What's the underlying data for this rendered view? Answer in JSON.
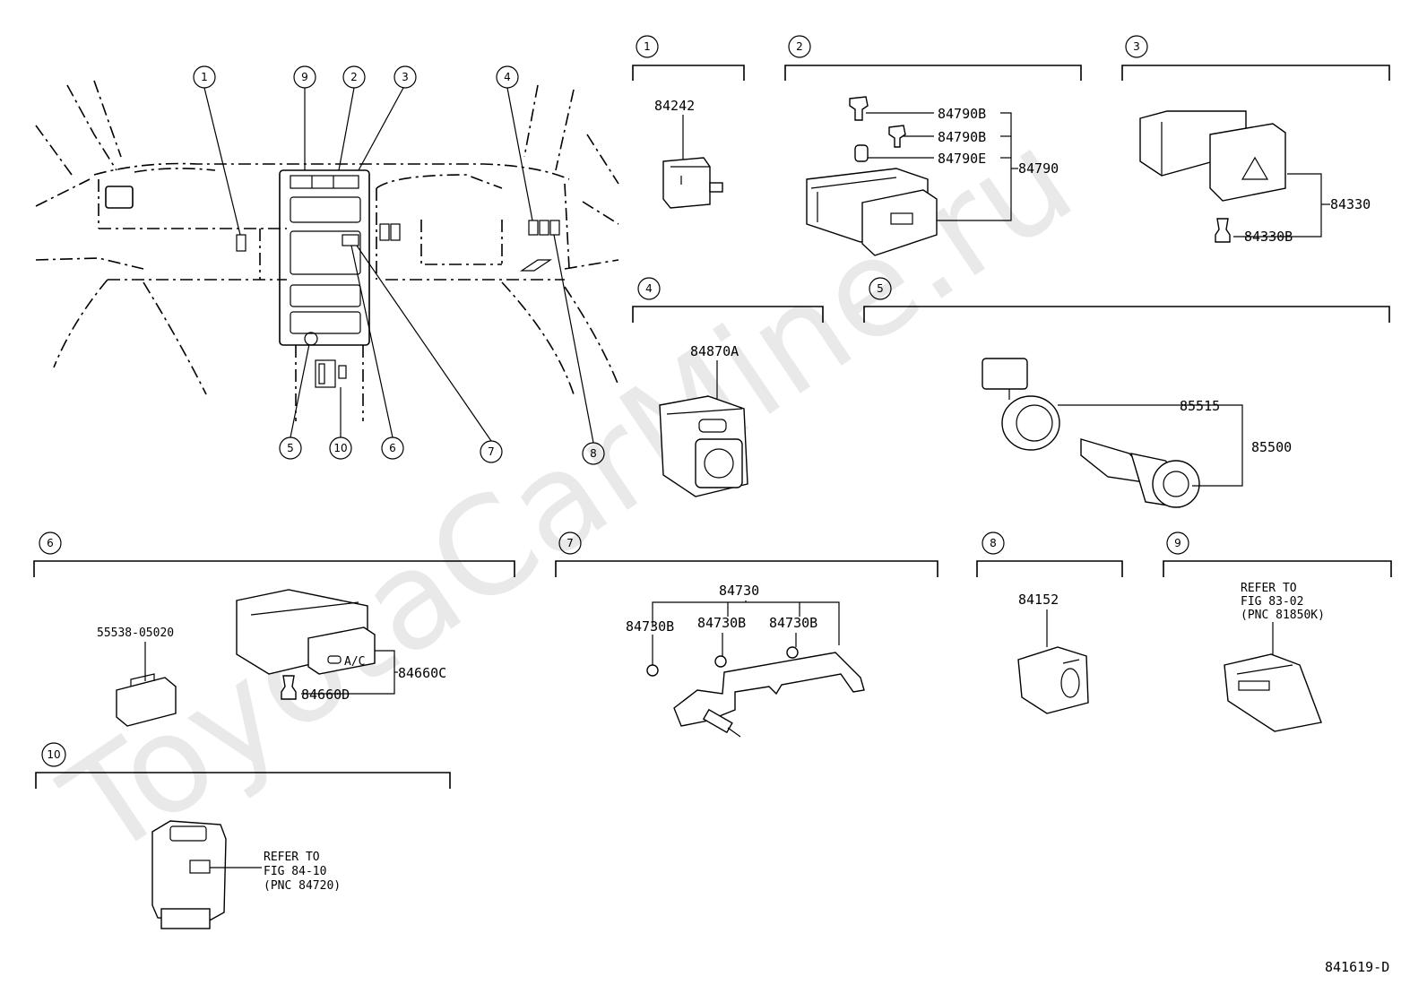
{
  "watermark": "ToyotaCarMine.ru",
  "overview_callouts": [
    "1",
    "9",
    "2",
    "3",
    "4",
    "5",
    "10",
    "6",
    "7",
    "8"
  ],
  "sections": {
    "s1": {
      "num": "1",
      "parts": [
        "84242"
      ]
    },
    "s2": {
      "num": "2",
      "parts": [
        "84790B",
        "84790B",
        "84790E",
        "84790"
      ]
    },
    "s3": {
      "num": "3",
      "parts": [
        "84330",
        "84330B"
      ]
    },
    "s4": {
      "num": "4",
      "parts": [
        "84870A"
      ]
    },
    "s5": {
      "num": "5",
      "parts": [
        "85515",
        "85500"
      ]
    },
    "s6": {
      "num": "6",
      "parts": [
        "55538-05020",
        "84660C",
        "84660D"
      ]
    },
    "s7": {
      "num": "7",
      "parts": [
        "84730",
        "84730B",
        "84730B",
        "84730B"
      ]
    },
    "s8": {
      "num": "8",
      "parts": [
        "84152"
      ]
    },
    "s9": {
      "num": "9",
      "refer": [
        "REFER TO",
        "FIG 83-02",
        "(PNC 81850K)"
      ]
    },
    "s10": {
      "num": "10",
      "refer": [
        "REFER TO",
        "FIG 84-10",
        "(PNC 84720)"
      ]
    }
  },
  "switch_marks": {
    "ac": "A/C"
  },
  "figure_id": "841619-D"
}
